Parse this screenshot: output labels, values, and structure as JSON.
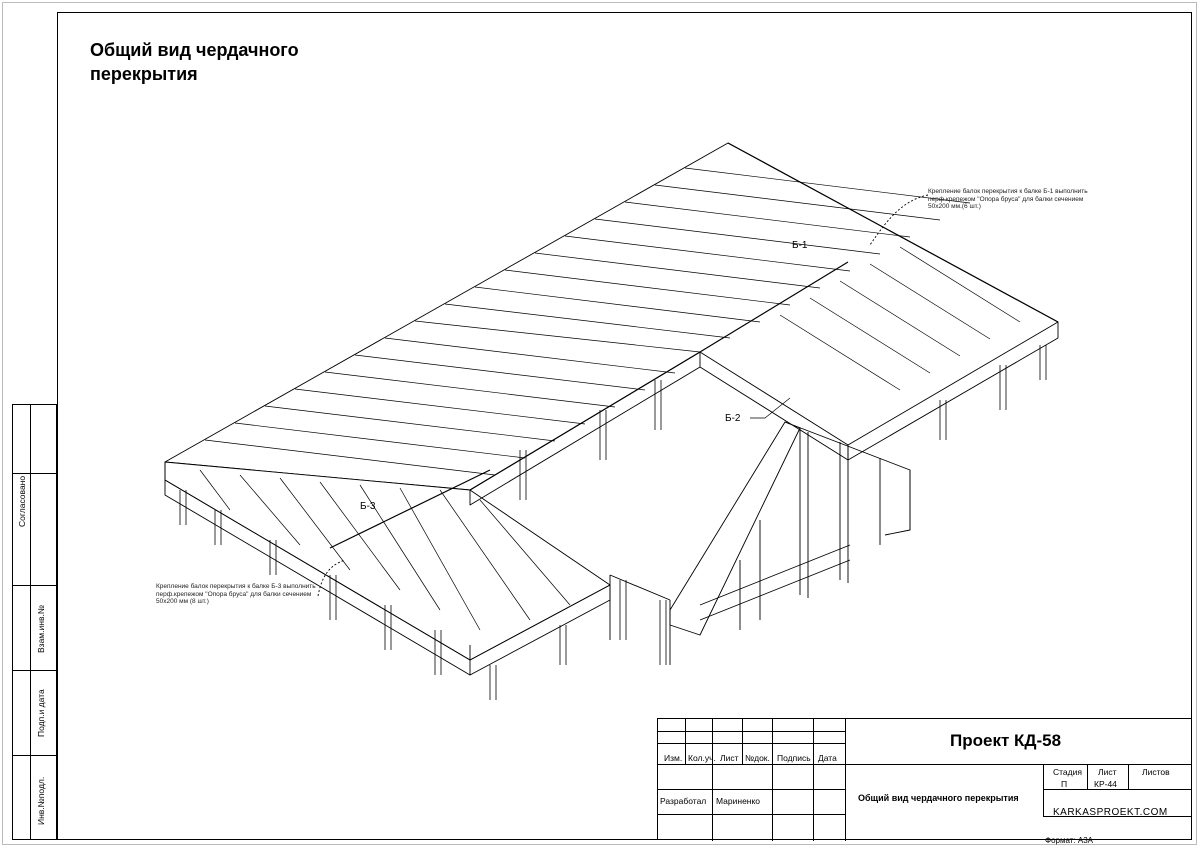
{
  "title": {
    "line1": "Общий вид чердачного",
    "line2": "перекрытия"
  },
  "notes": {
    "top_right": "Крепление балок перекрытия к балке Б-1 выполнить перф.крепежом \"Опора бруса\" для балки сечением 50х200 мм.(6 шт.)",
    "bottom_left": "Крепление балок перекрытия к балке Б-3 выполнить перф.крепежом \"Опора бруса\" для балки сечением 50х200 мм (8 шт.)"
  },
  "beam_labels": {
    "b1": "Б-1",
    "b2": "Б-2",
    "b3": "Б-3"
  },
  "side_table": {
    "agreed": "Согласовано",
    "inv_no_replace": "Взам.инв.№",
    "sign_date": "Подп.и дата",
    "inv_no_orig": "Инв.№подл."
  },
  "stamp": {
    "project": "Проект КД-58",
    "headers": {
      "izm": "Изм.",
      "kol_uch": "Кол.уч.",
      "list": "Лист",
      "n_dok": "№док.",
      "podpis": "Подпись",
      "data": "Дата"
    },
    "developed_label": "Разработал",
    "developer": "Мариненко",
    "stage_label": "Стадия",
    "stage_value": "П",
    "sheet_label": "Лист",
    "sheet_value": "КР-44",
    "sheets_label": "Листов",
    "description": "Общий вид чердачного перекрытия",
    "website": "KARKASPROEKT.COM",
    "format": "Формат: А3А"
  }
}
